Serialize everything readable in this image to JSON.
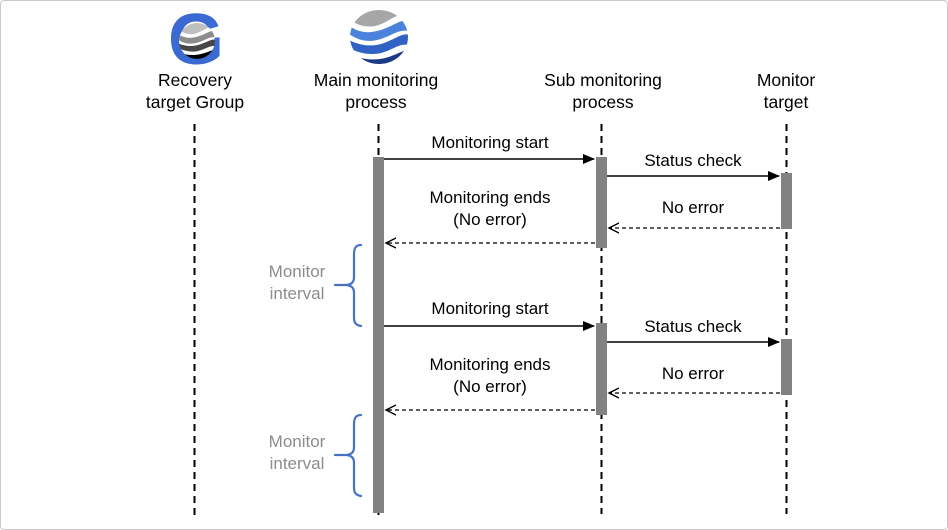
{
  "diagram": {
    "type": "sequence-diagram"
  },
  "actors": [
    {
      "name": "Recovery\ntarget Group",
      "icon": "recovery-group-logo"
    },
    {
      "name": "Main monitoring\nprocess",
      "icon": "wave-sphere-logo"
    },
    {
      "name": "Sub monitoring\nprocess"
    },
    {
      "name": "Monitor\ntarget"
    }
  ],
  "messages": [
    {
      "label": "Monitoring start",
      "from": "Main monitoring process",
      "to": "Sub monitoring process",
      "style": "solid"
    },
    {
      "label": "Status check",
      "from": "Sub monitoring process",
      "to": "Monitor target",
      "style": "solid"
    },
    {
      "label": "No error",
      "from": "Monitor target",
      "to": "Sub monitoring process",
      "style": "dashed"
    },
    {
      "label": "Monitoring ends\n(No error)",
      "from": "Sub monitoring process",
      "to": "Main monitoring process",
      "style": "dashed"
    },
    {
      "label": "Monitoring start",
      "from": "Main monitoring process",
      "to": "Sub monitoring process",
      "style": "solid"
    },
    {
      "label": "Status check",
      "from": "Sub monitoring process",
      "to": "Monitor target",
      "style": "solid"
    },
    {
      "label": "No error",
      "from": "Monitor target",
      "to": "Sub monitoring process",
      "style": "dashed"
    },
    {
      "label": "Monitoring ends\n(No error)",
      "from": "Sub monitoring process",
      "to": "Main monitoring process",
      "style": "dashed"
    }
  ],
  "interval_annotations": [
    {
      "label": "Monitor\ninterval"
    },
    {
      "label": "Monitor\ninterval"
    }
  ],
  "colors": {
    "lifeline": "#000000",
    "activation_bar": "#828282",
    "brace_blue": "#4472C4",
    "interval_text": "#8C8C8C",
    "message_text": "#000000",
    "logo_blue": "#3A6AD2",
    "logo_mid_blue": "#4A82DC",
    "logo_deep_blue": "#3263C4",
    "logo_navy": "#1B3A85",
    "logo_gray": "#A6A6A6"
  }
}
